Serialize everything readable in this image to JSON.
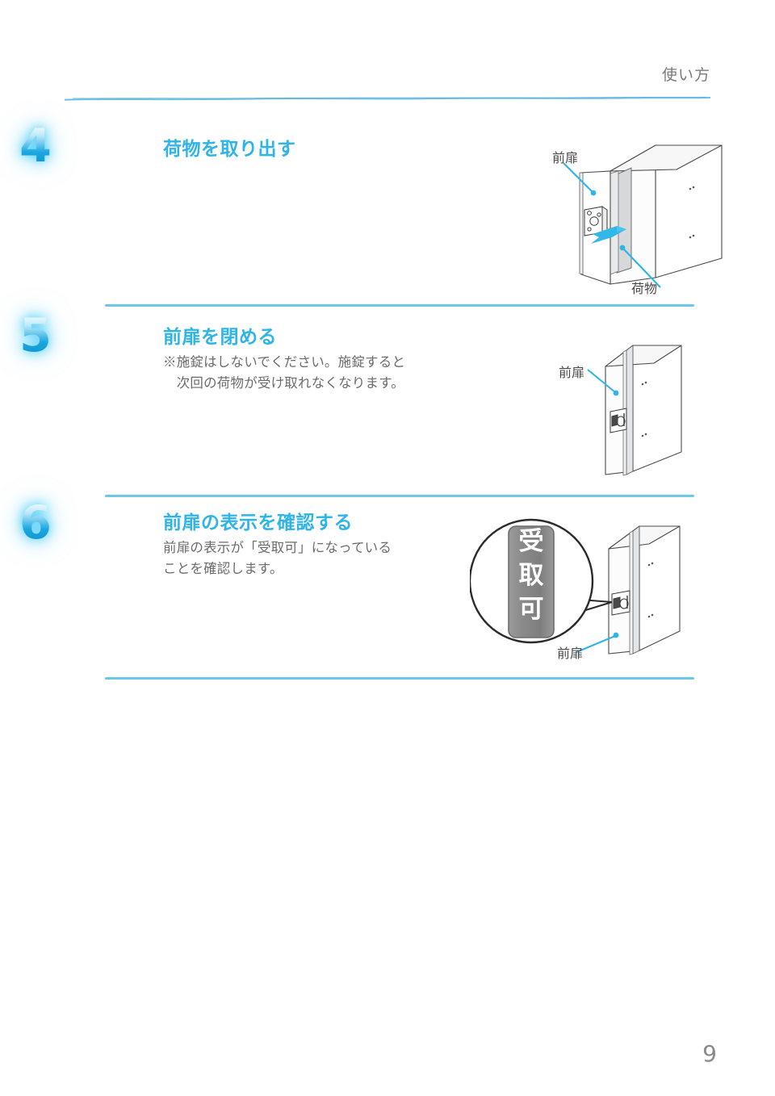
{
  "header": {
    "title": "使い方",
    "rule_color": "#5bb9e0"
  },
  "theme": {
    "accent": "#2fb4e8",
    "rule": "#6cc8e8",
    "body_text": "#6b6b6b",
    "header_text": "#7a7a7a",
    "callout_arrow": "#29abe2",
    "badge_gray": "#8c8c8c"
  },
  "steps": [
    {
      "number": "4",
      "title": "荷物を取り出す",
      "body": "",
      "illustration": {
        "name": "open-door-package-diagram",
        "labels": [
          "前扉",
          "荷物"
        ]
      }
    },
    {
      "number": "5",
      "title": "前扉を閉める",
      "body": "※施錠はしないでください。施錠すると\n　次回の荷物が受け取れなくなります。",
      "illustration": {
        "name": "closed-door-diagram",
        "labels": [
          "前扉"
        ]
      }
    },
    {
      "number": "6",
      "title": "前扉の表示を確認する",
      "body": "前扉の表示が「受取可」になっている\nことを確認します。",
      "illustration": {
        "name": "indicator-magnifier-diagram",
        "labels": [
          "前扉"
        ],
        "badge_text": [
          "受",
          "取",
          "可"
        ]
      }
    }
  ],
  "footer": {
    "page_number": "9"
  }
}
